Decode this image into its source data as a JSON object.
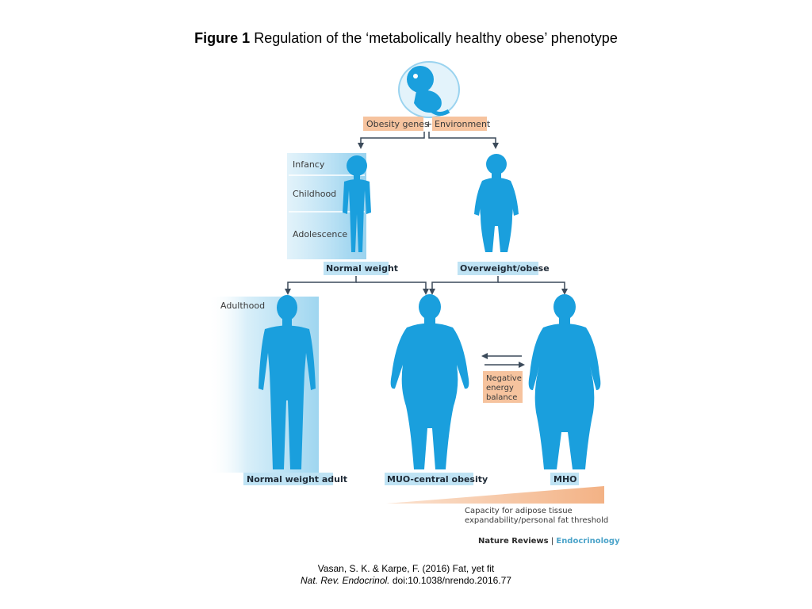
{
  "title": {
    "prefix": "Figure 1",
    "text": " Regulation of the ‘metabolically healthy obese’ phenotype"
  },
  "figure": {
    "fetus_icon": "fetus-in-womb-icon",
    "obesity_genes": "Obesity genes",
    "plus": "+",
    "environment": "Environment",
    "stages": {
      "infancy": "Infancy",
      "childhood": "Childhood",
      "adolescence": "Adolescence",
      "adulthood": "Adulthood"
    },
    "normal_weight": "Normal weight",
    "overweight_obese": "Overweight/obese",
    "normal_weight_adult": "Normal weight adult",
    "muo_central_obesity": "MUO-central obesity",
    "mho": "MHO",
    "negative_energy_balance": [
      "Negative",
      "energy",
      "balance"
    ],
    "capacity_caption": [
      "Capacity for adipose tissue",
      "expandability/personal fat threshold"
    ],
    "publisher_name": "Nature Reviews",
    "publisher_sep": " | ",
    "publisher_journal": "Endocrinology"
  },
  "credit": {
    "line1": "Vasan, S. K. & Karpe, F. (2016) Fat, yet fit",
    "line2_journal": "Nat. Rev. Endocrinol.",
    "line2_doi": " doi:10.1038/nrendo.2016.77"
  },
  "colors": {
    "body_blue": "#1a9fdd",
    "light_blue": "#bfe3f4",
    "orange": "#f6c39e",
    "arrow": "#3b4a5a",
    "journal_blue": "#4aa3c9"
  }
}
